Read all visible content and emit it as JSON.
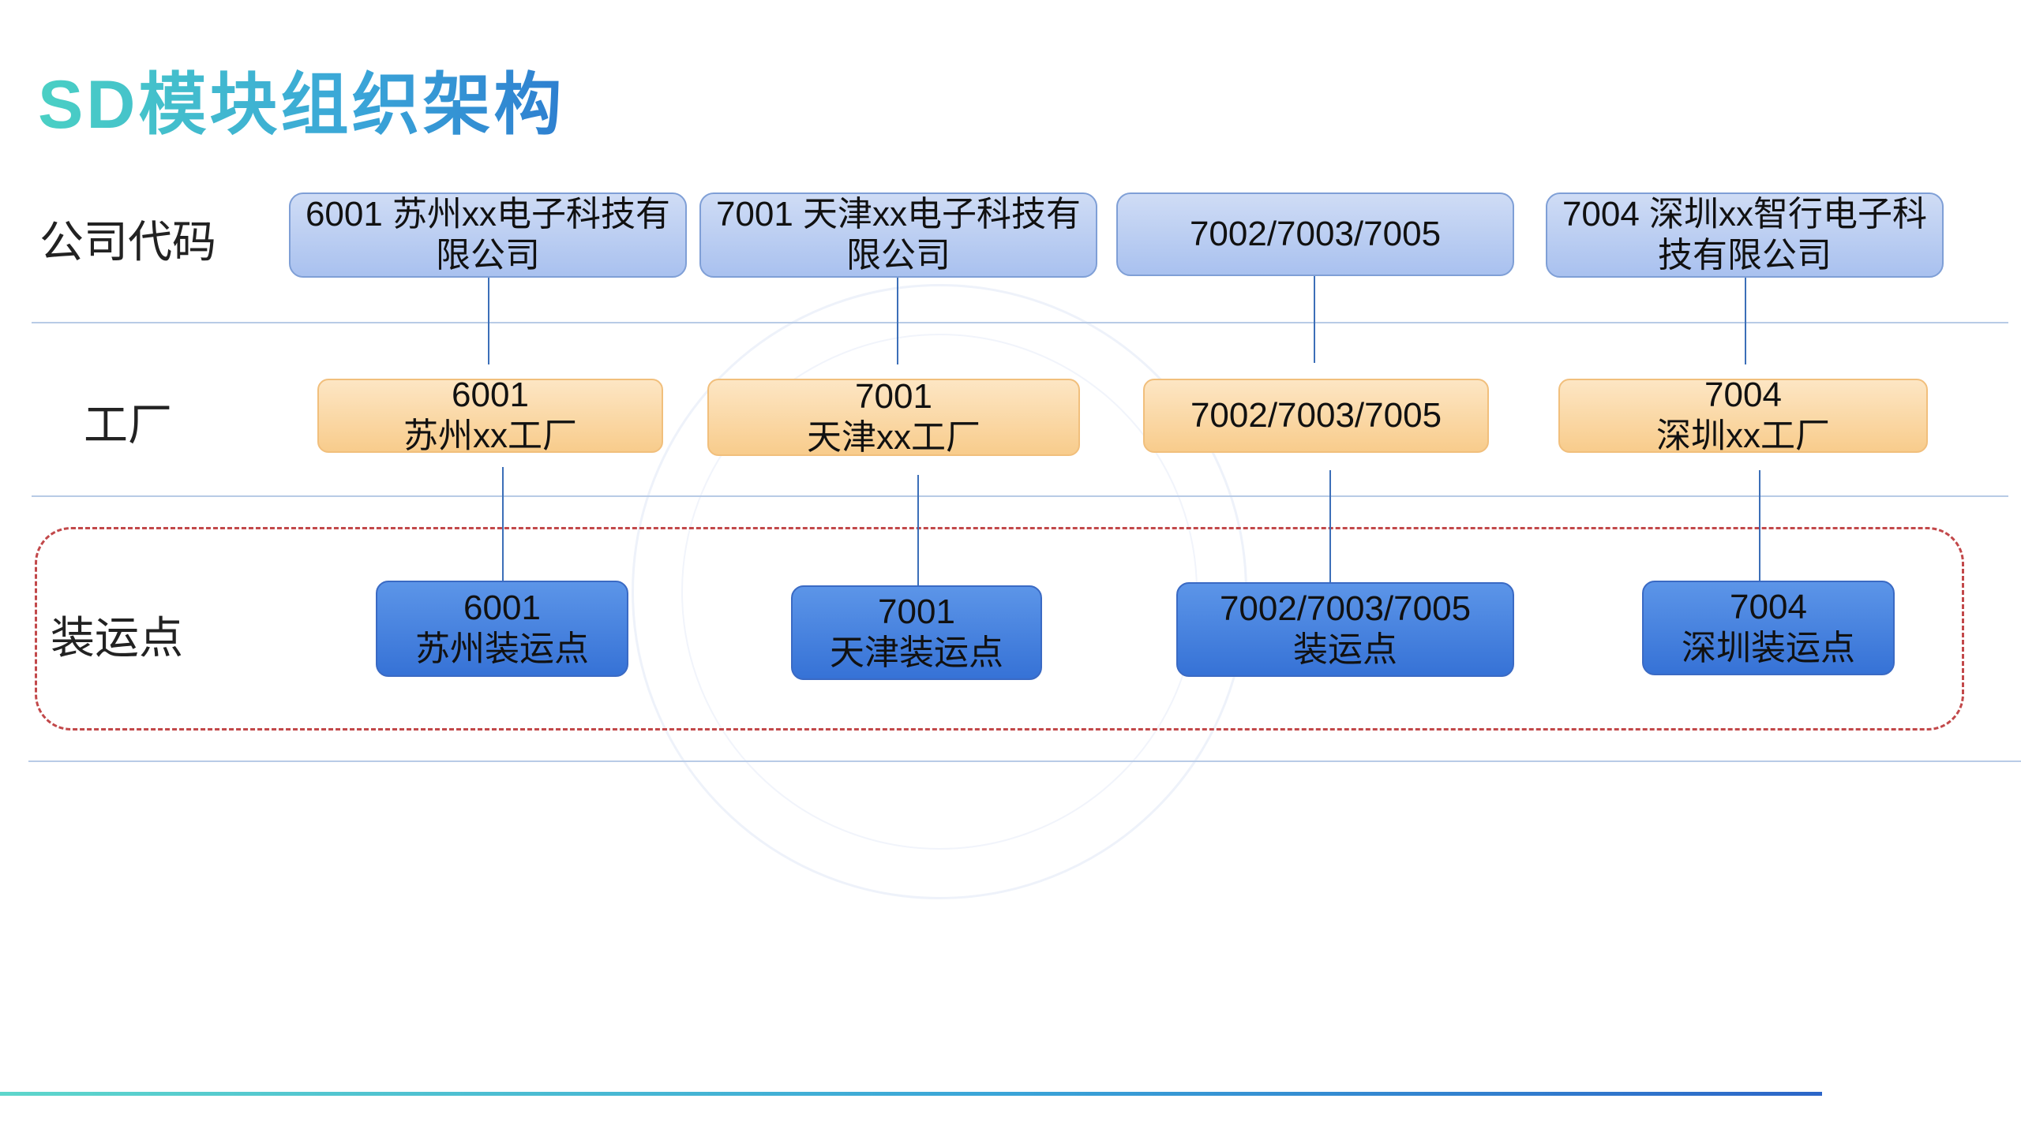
{
  "title": "SD模块组织架构",
  "row_labels": {
    "company": "公司代码",
    "plant": "工厂",
    "shipping": "装运点"
  },
  "company_codes": [
    "6001 苏州xx电子科技有\n限公司",
    "7001 天津xx电子科技有\n限公司",
    "7002/7003/7005",
    "7004 深圳xx智行电子科\n技有限公司"
  ],
  "plants": [
    "6001\n苏州xx工厂",
    "7001\n天津xx工厂",
    "7002/7003/7005",
    "7004\n深圳xx工厂"
  ],
  "shipping_points": [
    "6001\n苏州装运点",
    "7001\n天津装运点",
    "7002/7003/7005\n装运点",
    "7004\n深圳装运点"
  ],
  "colors": {
    "title_gradient": [
      "#4ad0c4",
      "#2e7fd0"
    ],
    "company_fill": "#a9c1ef",
    "plant_fill": "#f8cc8c",
    "shipping_fill": "#3672d6",
    "dashed_border": "#c2484a"
  }
}
